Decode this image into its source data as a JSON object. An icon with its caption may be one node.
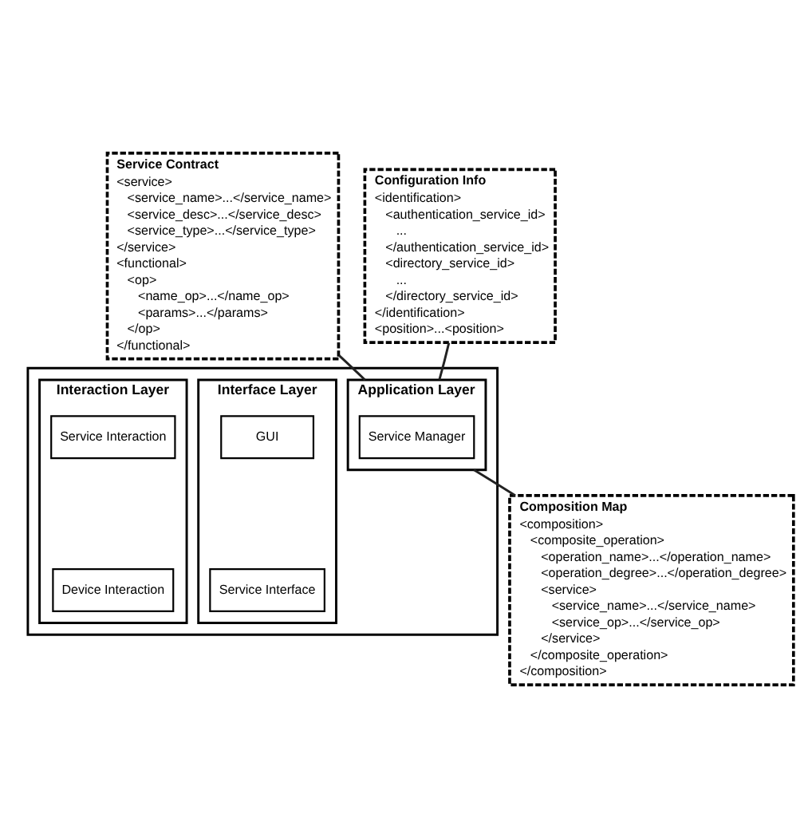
{
  "diagram": {
    "nodes": [
      {
        "text": [
          "Service Contract",
          "<service>",
          "<service_name>...</service_name>",
          "<service_desc>...</service_desc>",
          "<service_type>...</service_type>",
          "</service>",
          "<functional>",
          "<op>",
          "<name_op>...</name_op>",
          "<params>...</params>",
          "</op>",
          "</functional>"
        ]
      },
      {
        "text": [
          "Configuration Info",
          "<identification>",
          "<authentication_service_id>",
          "...",
          "</authentication_service_id>",
          "<directory_service_id>",
          "...",
          "</directory_service_id>",
          "</identification>",
          "<position>...<position>"
        ]
      },
      {
        "text": [],
        "shape": "box"
      },
      {
        "text": [
          "Interface Layer"
        ],
        "in": 2
      },
      {
        "text": [
          "GUI"
        ],
        "in": 3
      },
      {
        "text": [
          "Service Interface"
        ],
        "in": 3
      },
      {
        "text": [
          "Application Layer"
        ],
        "in": 2
      },
      {
        "text": [
          "Service Manager"
        ],
        "in": 6
      },
      {
        "text": [
          "Interaction Layer"
        ],
        "in": 2
      },
      {
        "text": [
          "Service Interaction"
        ],
        "in": 8
      },
      {
        "text": [
          "Device Interaction"
        ],
        "in": 8
      },
      {
        "text": [
          "Composition Map",
          "<composition>",
          "<composite_operation>",
          "<operation_name>...</operation_name>",
          "<operation_degree>...</operation_degree>",
          "<service>",
          "<service_name>...</service_name>",
          "<service_op>...</service_op>",
          "</service>",
          "</composite_operation>",
          "</composition>"
        ]
      }
    ],
    "edges": [
      {
        "from": 0,
        "to": 6,
        "arrow": "none"
      },
      {
        "from": 1,
        "to": 6,
        "arrow": "none"
      },
      {
        "from": 6,
        "to": 11,
        "arrow": "none"
      }
    ]
  }
}
